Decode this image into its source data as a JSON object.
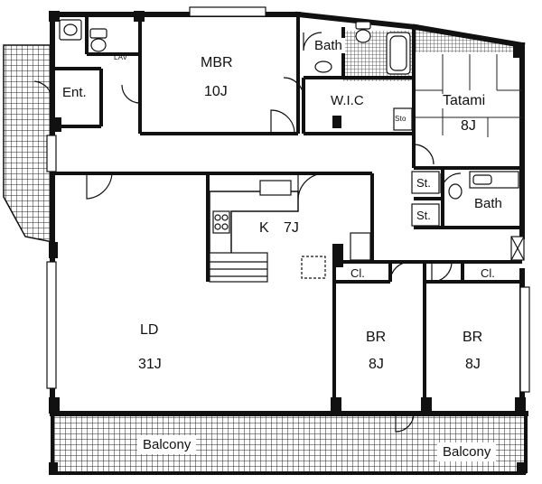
{
  "plan": {
    "rooms": [
      {
        "id": "mbr",
        "name": "MBR",
        "size": "10J"
      },
      {
        "id": "ld",
        "name": "LD",
        "size": "31J"
      },
      {
        "id": "kitchen",
        "name": "K",
        "size": "7J"
      },
      {
        "id": "tatami",
        "name": "Tatami",
        "size": "8J"
      },
      {
        "id": "br1",
        "name": "BR",
        "size": "8J"
      },
      {
        "id": "br2",
        "name": "BR",
        "size": "8J"
      }
    ],
    "labels": {
      "entrance": "Ent.",
      "lavatory": "LAV",
      "bath_master": "Bath",
      "bath_small": "Bath",
      "wic": "W.I.C",
      "storage": "Sto",
      "storage_1": "St.",
      "storage_2": "St.",
      "closet_1": "Cl.",
      "closet_2": "Cl.",
      "balcony_1": "Balcony",
      "balcony_2": "Balcony"
    }
  }
}
